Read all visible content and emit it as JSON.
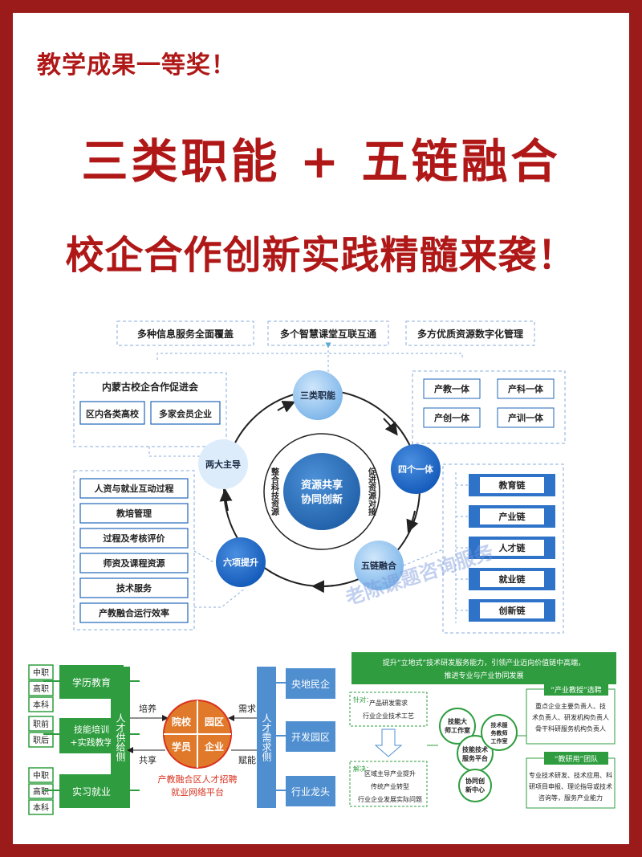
{
  "header": {
    "line1": "教学成果一等奖！",
    "line2": "三类职能 + 五链融合",
    "line3": "校企合作创新实践精髓来袭！"
  },
  "top_boxes": [
    "多种信息服务全面覆盖",
    "多个智慧课堂互联互通",
    "多方优质资源数字化管理"
  ],
  "left_panel": {
    "title": "内蒙古校企合作促进会",
    "items": [
      "区内各类高校",
      "多家会员企业"
    ]
  },
  "right_panel": {
    "items": [
      "产教一体",
      "产科一体",
      "产创一体",
      "产训一体"
    ]
  },
  "cycle": {
    "nodes": [
      "三类职能",
      "四个一体",
      "五链融合",
      "六项提升",
      "两大主导"
    ],
    "center": [
      "资源共享",
      "协同创新"
    ],
    "inner_left": "整合科技资源",
    "inner_right": "促进资源对接"
  },
  "left_list": [
    "人资与就业互动过程",
    "教培管理",
    "过程及考核评价",
    "师资及课程资源",
    "技术服务",
    "产教融合运行效率"
  ],
  "right_list": [
    "教育链",
    "产业链",
    "人才链",
    "就业链",
    "创新链"
  ],
  "watermark": "老陈课题咨询服务",
  "bottom_left": {
    "levels": [
      [
        "中职",
        "高职",
        "本科"
      ],
      [
        "职前",
        "职后"
      ],
      [
        "中职",
        "高职",
        "本科"
      ]
    ],
    "blocks": [
      "学历教育",
      "技能培训+实践教学",
      "实习就业"
    ],
    "supply": "人才供给侧",
    "demand": "人才需求侧",
    "quad": [
      "院校",
      "园区",
      "学员",
      "企业"
    ],
    "labels": {
      "tl": "培养",
      "tr": "需求",
      "bl": "共享",
      "br": "赋能"
    },
    "caption": [
      "产教融合区人才招聘",
      "就业网络平台"
    ],
    "right_blocks": [
      "央地民企",
      "开发园区",
      "行业龙头"
    ]
  },
  "bottom_right": {
    "header": [
      "提升“立地式”技术研发服务能力，引领产业迈向价值链中高端，",
      "推进专业与产业协同发展"
    ],
    "aim_label": "针对：",
    "aim_lines": [
      "产品研发需求",
      "行业企业技术工艺"
    ],
    "solve_label": "解决：",
    "solve_lines": [
      "区域主导产业提升",
      "传统产业转型",
      "行业企业发展实际问题"
    ],
    "circles": [
      "技能大师工作室",
      "技能技术服务平台",
      "技术服务教师工作室",
      "协同创新中心"
    ],
    "team1": {
      "title": "“产业教授”选聘",
      "text": [
        "重点企业主要负责人、技",
        "术负责人、研发机构负责人",
        "骨干科研服务机构负责人"
      ]
    },
    "team2": {
      "title": "“教研用”团队",
      "text": [
        "专业技术研发、技术应用、科",
        "研项目申报、理论指导或技术",
        "咨询等，服务产业能力"
      ]
    }
  }
}
